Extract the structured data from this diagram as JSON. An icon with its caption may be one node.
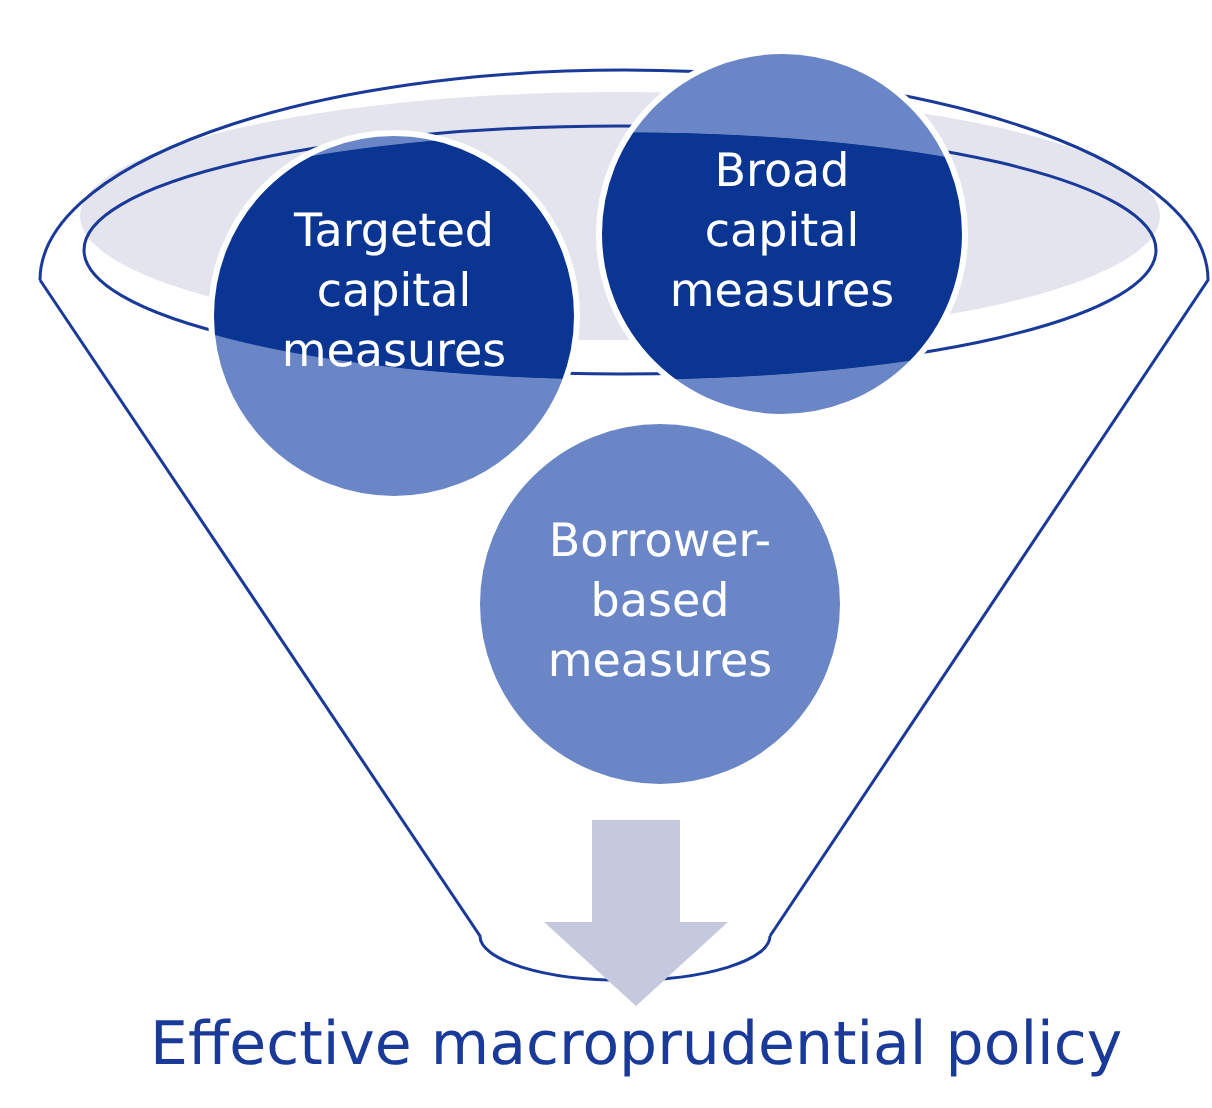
{
  "diagram": {
    "nodes": [
      {
        "text": [
          "Targeted capital measures"
        ]
      },
      {
        "text": [
          "Broad capital measures"
        ]
      },
      {
        "text": [
          "Borrower-based measures"
        ]
      },
      {
        "text": [
          "Effective macroprudential policy"
        ]
      }
    ],
    "edges": [
      {
        "from": null,
        "to": 3,
        "arrow": "to",
        "style": "thick",
        "color": "#c6c9dd"
      }
    ]
  }
}
